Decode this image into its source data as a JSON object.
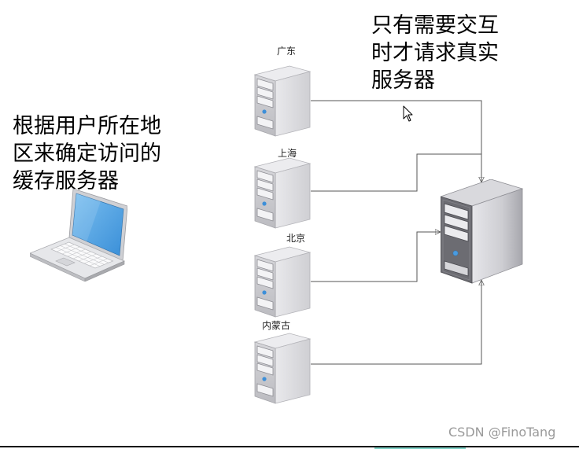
{
  "client": {
    "icon": "laptop-icon"
  },
  "client_note": {
    "lines": [
      "根据用户所在地",
      "区来确定访问的",
      "缓存服务器"
    ]
  },
  "origin_note": {
    "lines": [
      "只有需要交互",
      "时才请求真实",
      "服务器"
    ]
  },
  "cache_servers": [
    {
      "label": "广东",
      "icon": "server-icon"
    },
    {
      "label": "上海",
      "icon": "server-icon"
    },
    {
      "label": "北京",
      "icon": "server-icon"
    },
    {
      "label": "内蒙古",
      "icon": "server-icon"
    }
  ],
  "origin_server": {
    "icon": "server-tower-icon"
  },
  "cursor": {
    "icon": "mouse-pointer-icon"
  },
  "watermark": "CSDN @FinoTang",
  "colors": {
    "connector": "#555555",
    "screen": "#4aa3e8",
    "watermark": "#9a9a9a"
  }
}
